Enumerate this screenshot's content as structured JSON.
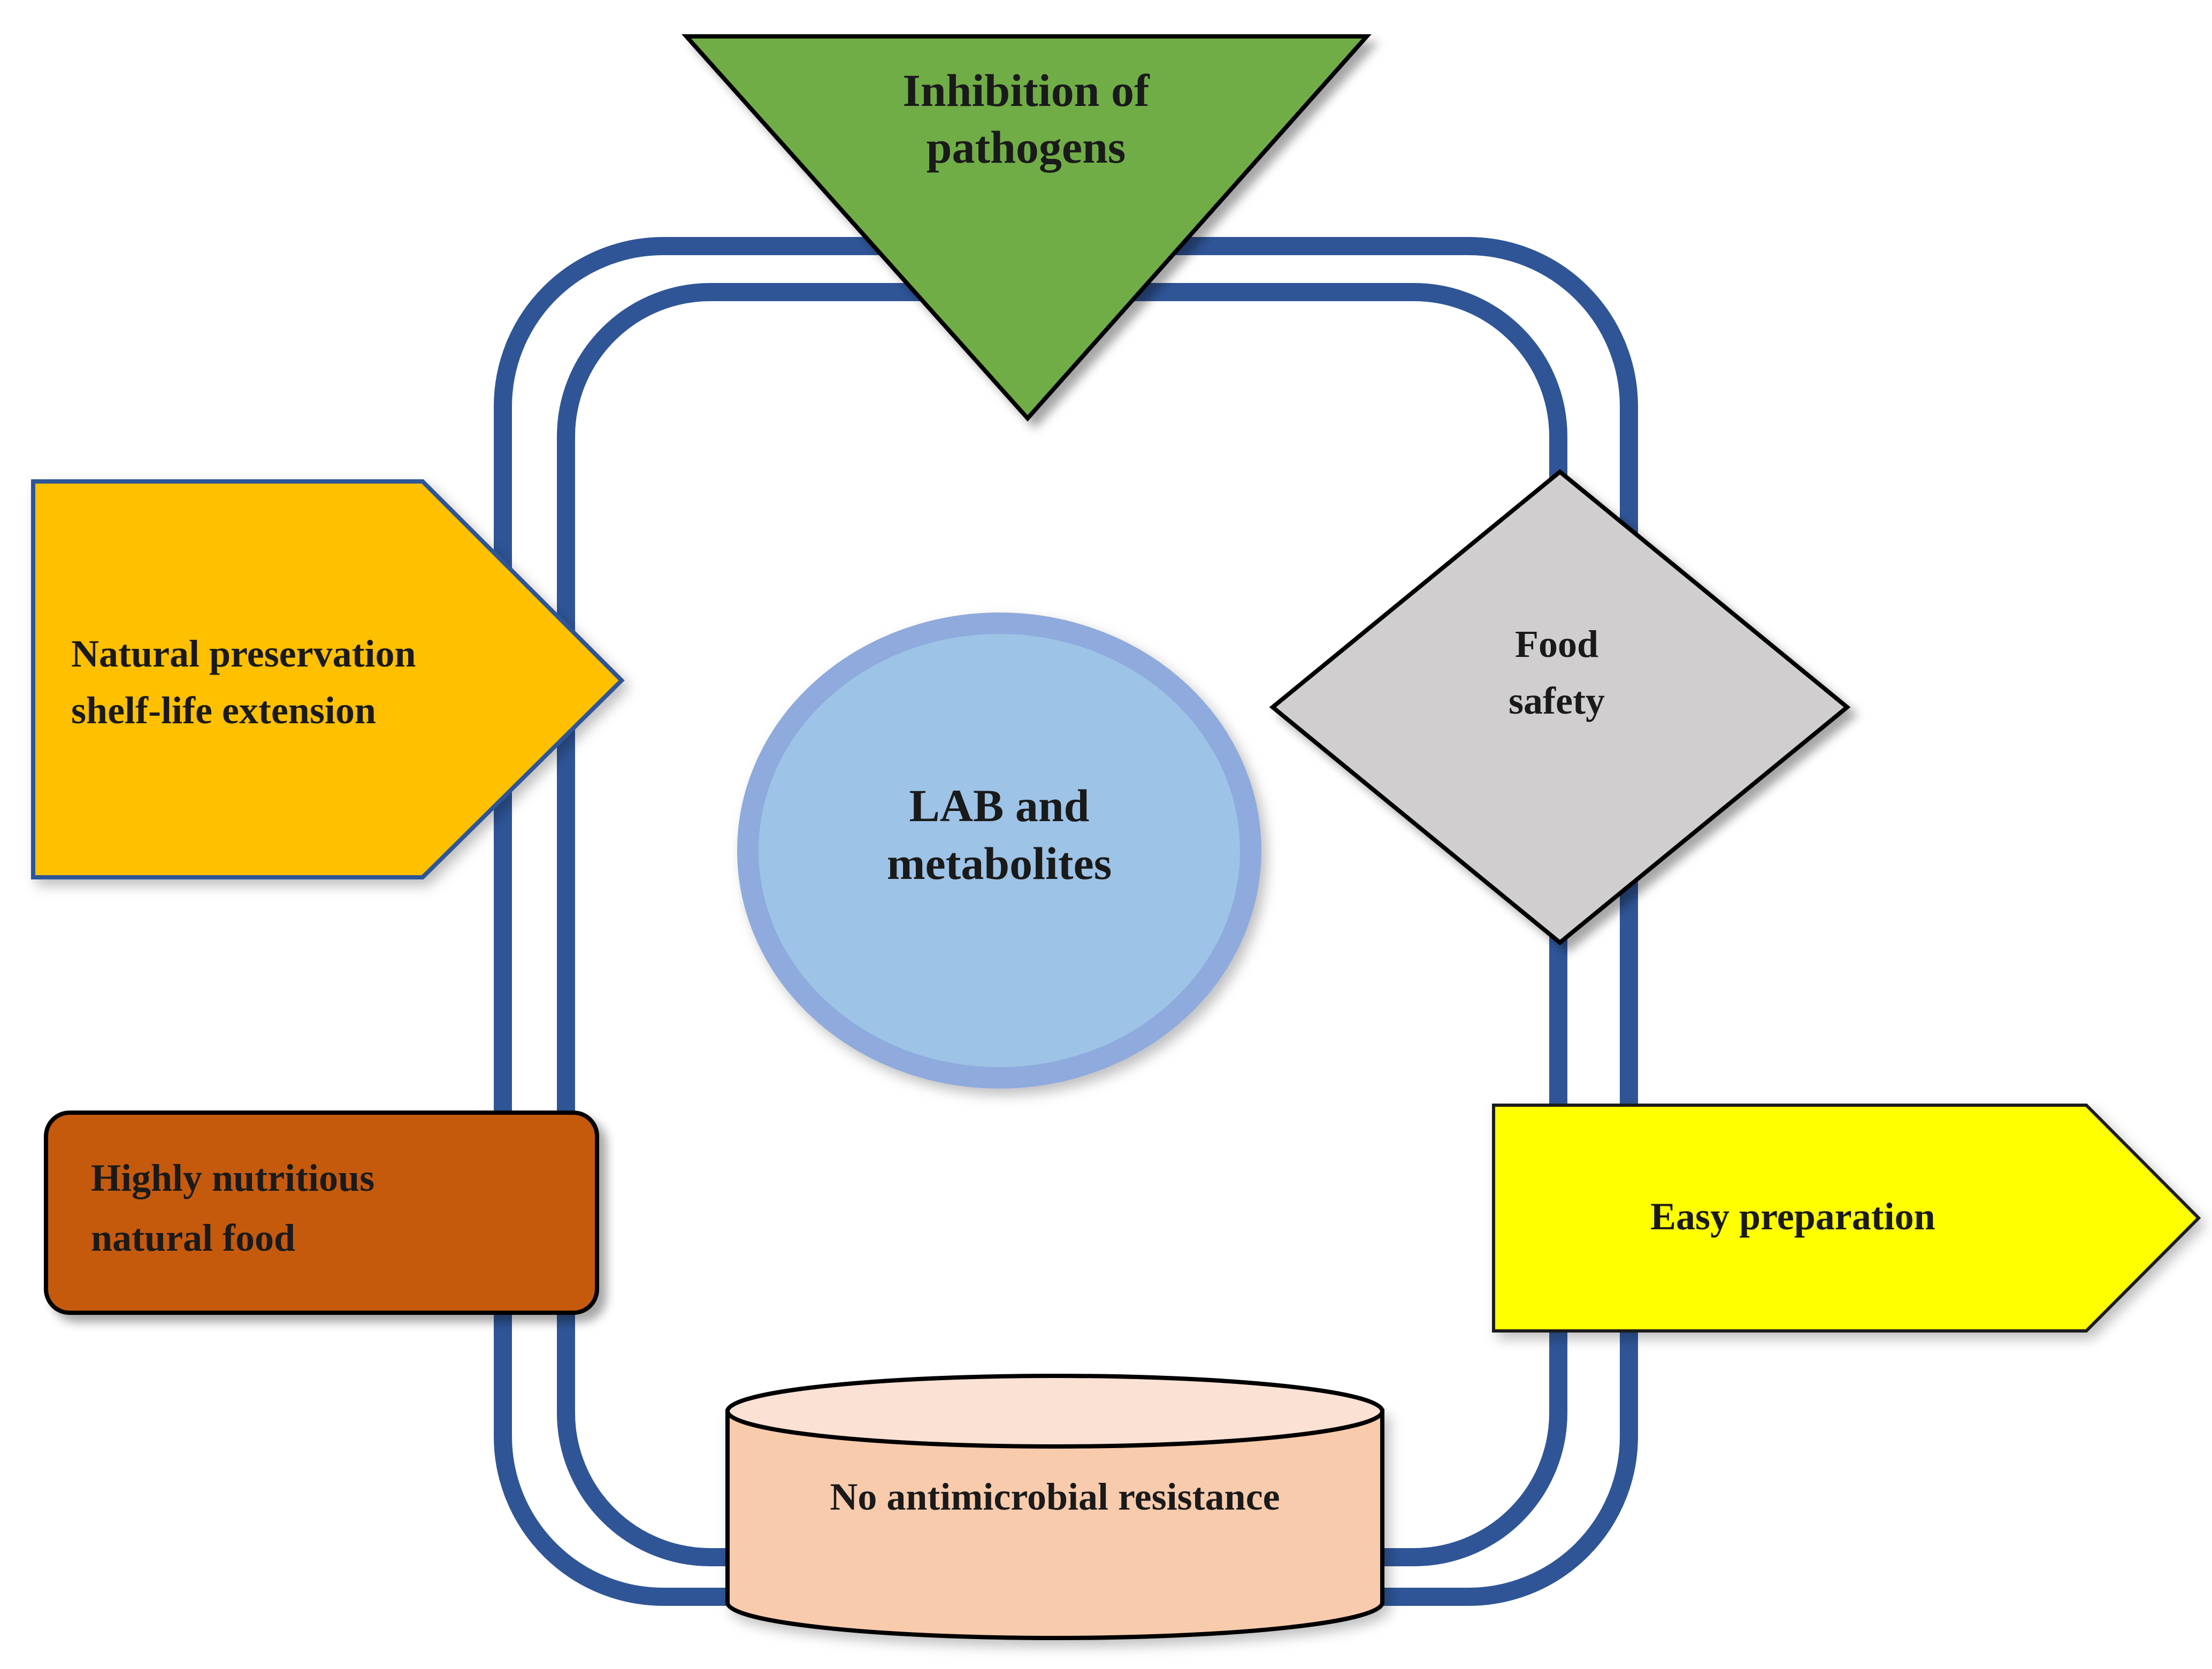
{
  "diagram": {
    "center": {
      "line1": "LAB and",
      "line2": "metabolites"
    },
    "top": {
      "line1": "Inhibition of",
      "line2": "pathogens"
    },
    "left_top": {
      "line1": "Natural preservation",
      "line2": "shelf-life extension"
    },
    "right_top": {
      "line1": "Food",
      "line2": "safety"
    },
    "left_bottom": {
      "line1": "Highly nutritious",
      "line2": "natural food"
    },
    "right_bottom": {
      "line1": "Easy preparation"
    },
    "bottom": {
      "line1": "No antimicrobial resistance"
    }
  },
  "colors": {
    "frame": "#2f5597",
    "center_fill": "#9dc3e6",
    "center_border": "#8faadc",
    "top_fill": "#70ad47",
    "left_top_fill": "#ffc000",
    "right_top_fill": "#d0cece",
    "left_bottom_fill": "#c55a11",
    "right_bottom_fill": "#ffff00",
    "bottom_fill": "#f8cbad"
  }
}
